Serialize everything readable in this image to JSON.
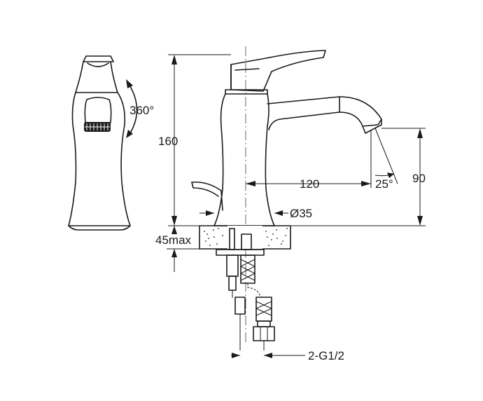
{
  "labels": {
    "rotation": "360°",
    "height": "160",
    "reach": "120",
    "spout_angle": "25°",
    "spout_height": "90",
    "base_diameter": "Ø35",
    "max_deck_thickness": "45max",
    "connection": "2-G1/2"
  },
  "icons": {
    "rotation_arrow": "curved-double-arrow",
    "aerator": "aerator-mesh",
    "flexible_hoses": "braided-hose"
  },
  "colors": {
    "line": "#1a1a1a",
    "background": "#ffffff"
  }
}
